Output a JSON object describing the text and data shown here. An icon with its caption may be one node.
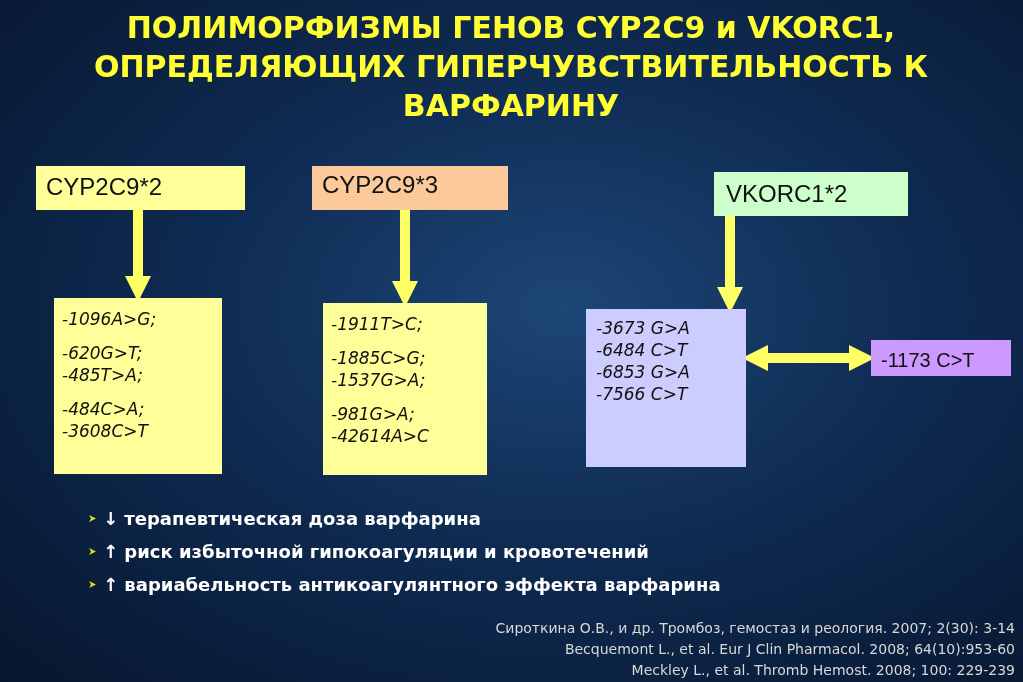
{
  "diagram": {
    "title": "ПОЛИМОРФИЗМЫ ГЕНОВ CYP2C9 и VKORC1, ОПРЕДЕЛЯЮЩИХ ГИПЕРЧУВСТВИТЕЛЬНОСТЬ К ВАРФАРИНУ",
    "nodes": [
      {
        "text": [
          "CYP2C9*2"
        ]
      },
      {
        "text": [
          "CYP2C9*3"
        ]
      },
      {
        "text": [
          "VKORC1*2"
        ]
      },
      {
        "text": [
          "-1096A>G;",
          "-620G>T; -485T>A;",
          "-484C>A; -3608C>T"
        ]
      },
      {
        "text": [
          "-1911T>C;",
          "-1885C>G; -1537G>A;",
          "-981G>A; -42614A>C"
        ]
      },
      {
        "text": [
          "-3673 G>A",
          "-6484 C>T",
          "-6853 G>A",
          "-7566 C>T"
        ]
      },
      {
        "text": [
          "-1173 C>T"
        ]
      }
    ],
    "edges": [
      {
        "from": 0,
        "to": 3,
        "arrow": "to"
      },
      {
        "from": 1,
        "to": 4,
        "arrow": "to"
      },
      {
        "from": 2,
        "to": 5,
        "arrow": "to"
      },
      {
        "from": 5,
        "to": 6,
        "arrow": "both"
      }
    ],
    "labels": [
      "↓ терапевтическая доза варфарина",
      "↑ риск избыточной гипокоагуляции и кровотечений",
      "↑ вариабельность антикоагулянтного эффекта варфарина",
      "Сироткина О.В., и др. Тромбоз, гемостаз и реология. 2007; 2(30): 3-14",
      "Becquemont L., et al. Eur J Clin Pharmacol. 2008; 64(10):953-60",
      "Meckley L., et al. Thromb Hemost. 2008; 100: 229-239"
    ]
  }
}
